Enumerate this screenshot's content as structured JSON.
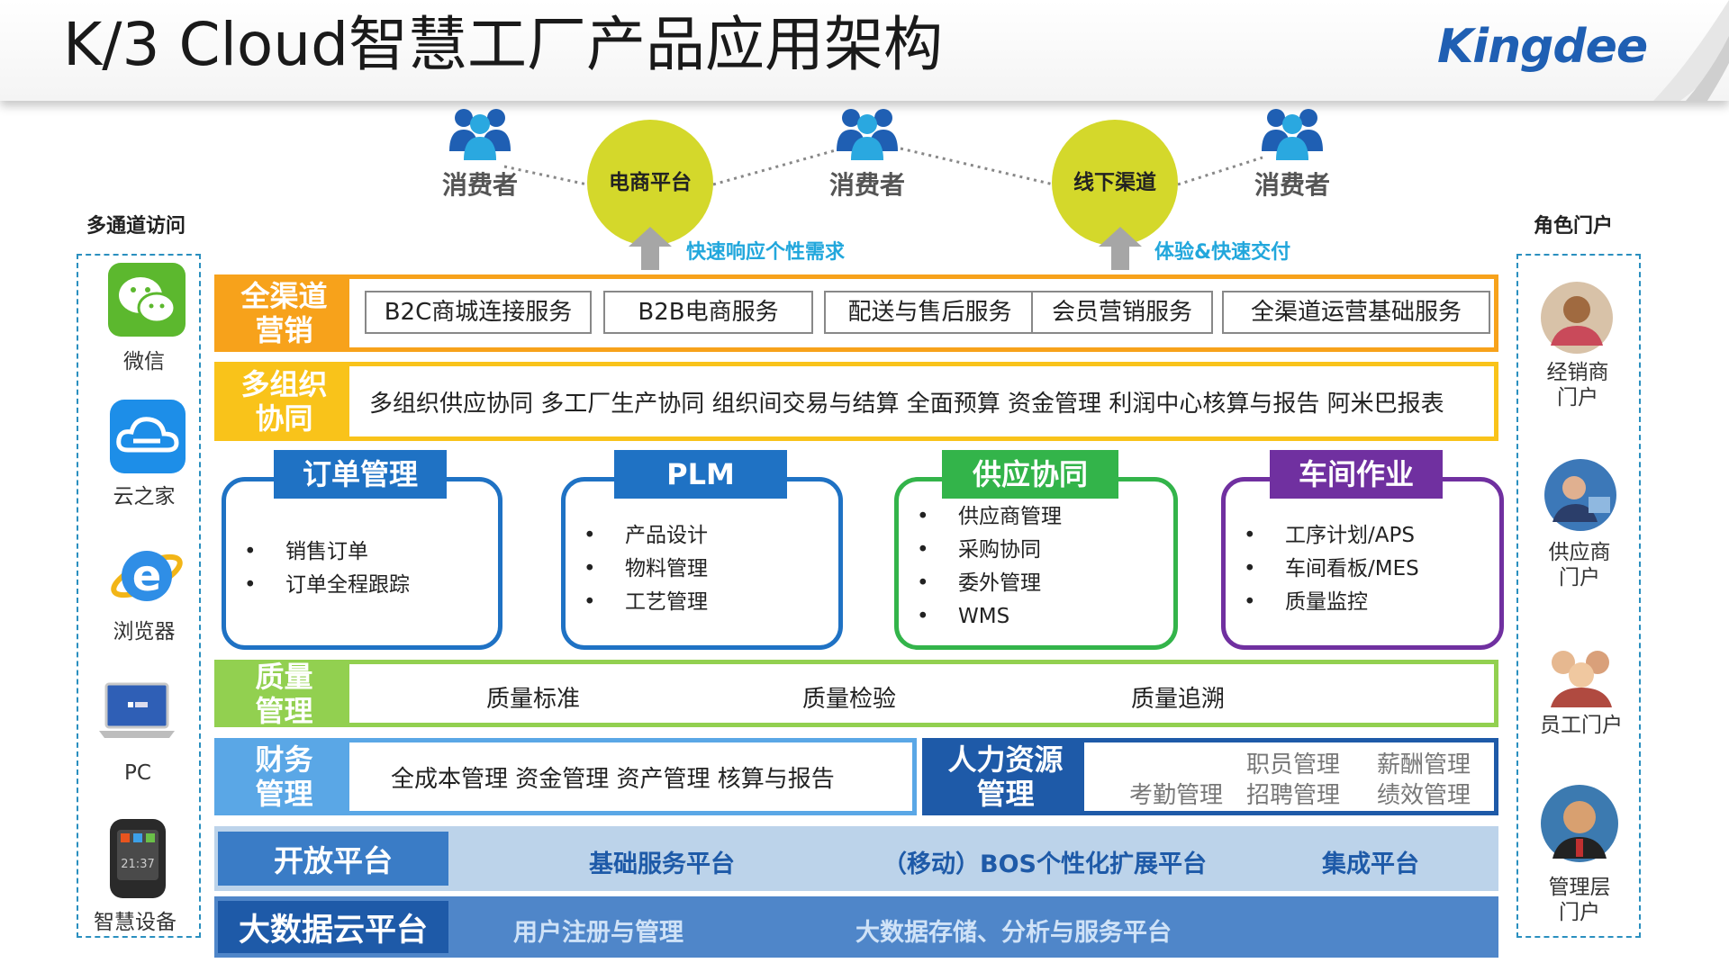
{
  "header": {
    "title": "K/3 Cloud智慧工厂产品应用架构",
    "logo": "Kingdee"
  },
  "top_flow": {
    "consumer_label": "消费者",
    "platform_ecommerce": "电商平台",
    "platform_offline": "线下渠道",
    "hint_left": "快速响应个性需求",
    "hint_right": "体验&快速交付"
  },
  "left_panel": {
    "title": "多通道访问",
    "channels": [
      "微信",
      "云之家",
      "浏览器",
      "PC",
      "智慧设备"
    ]
  },
  "right_panel": {
    "title": "角色门户",
    "roles": [
      {
        "line1": "经销商",
        "line2": "门户"
      },
      {
        "line1": "供应商",
        "line2": "门户"
      },
      {
        "line1": "员工门户",
        "line2": ""
      },
      {
        "line1": "管理层",
        "line2": "门户"
      }
    ]
  },
  "omni": {
    "tag_line1": "全渠道",
    "tag_line2": "营销",
    "services": [
      "B2C商城连接服务",
      "B2B电商服务",
      "配送与售后服务",
      "会员营销服务",
      "全渠道运营基础服务"
    ]
  },
  "multi_org": {
    "tag_line1": "多组织",
    "tag_line2": "协同",
    "text": "多组织供应协同 多工厂生产协同 组织间交易与结算 全面预算  资金管理  利润中心核算与报告 阿米巴报表"
  },
  "cards": [
    {
      "title": "订单管理",
      "items": [
        "销售订单",
        "订单全程跟踪"
      ]
    },
    {
      "title": "PLM",
      "items": [
        "产品设计",
        "物料管理",
        "工艺管理"
      ]
    },
    {
      "title": "供应协同",
      "items": [
        "供应商管理",
        "采购协同",
        "委外管理",
        "WMS"
      ]
    },
    {
      "title": "车间作业",
      "items": [
        "工序计划/APS",
        "车间看板/MES",
        "质量监控"
      ]
    }
  ],
  "quality": {
    "tag_line1": "质量",
    "tag_line2": "管理",
    "items": [
      "质量标准",
      "质量检验",
      "质量追溯"
    ]
  },
  "finance": {
    "tag_line1": "财务",
    "tag_line2": "管理",
    "text": "全成本管理  资金管理  资产管理  核算与报告"
  },
  "hr": {
    "tag_line1": "人力资源",
    "tag_line2": "管理",
    "items": [
      "职员管理",
      "薪酬管理",
      "考勤管理",
      "招聘管理",
      "绩效管理"
    ]
  },
  "open_platform": {
    "tag": "开放平台",
    "items": [
      "基础服务平台",
      "（移动）BOS个性化扩展平台",
      "集成平台"
    ]
  },
  "bigdata": {
    "tag": "大数据云平台",
    "items": [
      "用户注册与管理",
      "大数据存储、分析与服务平台"
    ]
  },
  "colors": {
    "orange": "#f7a21b",
    "yellow": "#f9c31a",
    "blue": "#1f72c4",
    "green": "#33b44a",
    "purple": "#7030a0",
    "lime": "#92d050",
    "lightblue": "#5aa7e6",
    "navy": "#1e5aa8"
  }
}
